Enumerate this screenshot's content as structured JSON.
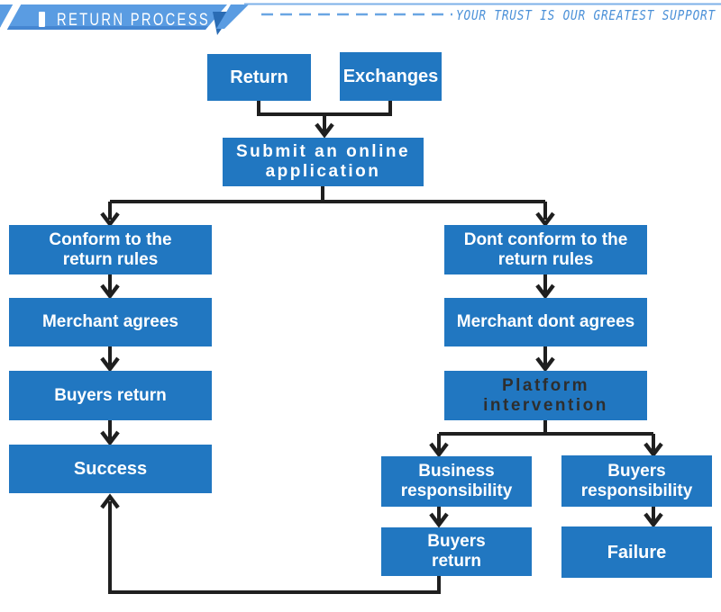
{
  "header": {
    "title": "RETURN PROCESS",
    "tagline": "YOUR TRUST IS OUR GREATEST SUPPORT"
  },
  "colors": {
    "banner_blue": "#5a9ce2",
    "banner_fold_blue": "#2a6cb4",
    "box_blue": "#2177c1",
    "accent_text_blue": "#4a90d8",
    "arrow_black": "#1f1f1f",
    "box_text_white": "#ffffff",
    "platform_text_dark": "#2e2e2e"
  },
  "flowchart": {
    "nodes": {
      "return": {
        "lines": [
          "Return"
        ]
      },
      "exchanges": {
        "lines": [
          "Exchanges"
        ]
      },
      "submit": {
        "lines": [
          "Submit an online",
          "application"
        ]
      },
      "conform": {
        "lines": [
          "Conform to the",
          "return rules"
        ]
      },
      "merchant_agrees": {
        "lines": [
          "Merchant agrees"
        ]
      },
      "buyers_return_left": {
        "lines": [
          "Buyers return"
        ]
      },
      "success": {
        "lines": [
          "Success"
        ]
      },
      "dont_conform": {
        "lines": [
          "Dont conform to the",
          "return rules"
        ]
      },
      "merchant_dont_agrees": {
        "lines": [
          "Merchant dont agrees"
        ]
      },
      "platform": {
        "lines": [
          "Platform",
          "intervention"
        ]
      },
      "business_resp": {
        "lines": [
          "Business",
          "responsibility"
        ]
      },
      "buyers_resp": {
        "lines": [
          "Buyers",
          "responsibility"
        ]
      },
      "buyers_return_right": {
        "lines": [
          "Buyers",
          "return"
        ]
      },
      "failure": {
        "lines": [
          "Failure"
        ]
      }
    }
  }
}
